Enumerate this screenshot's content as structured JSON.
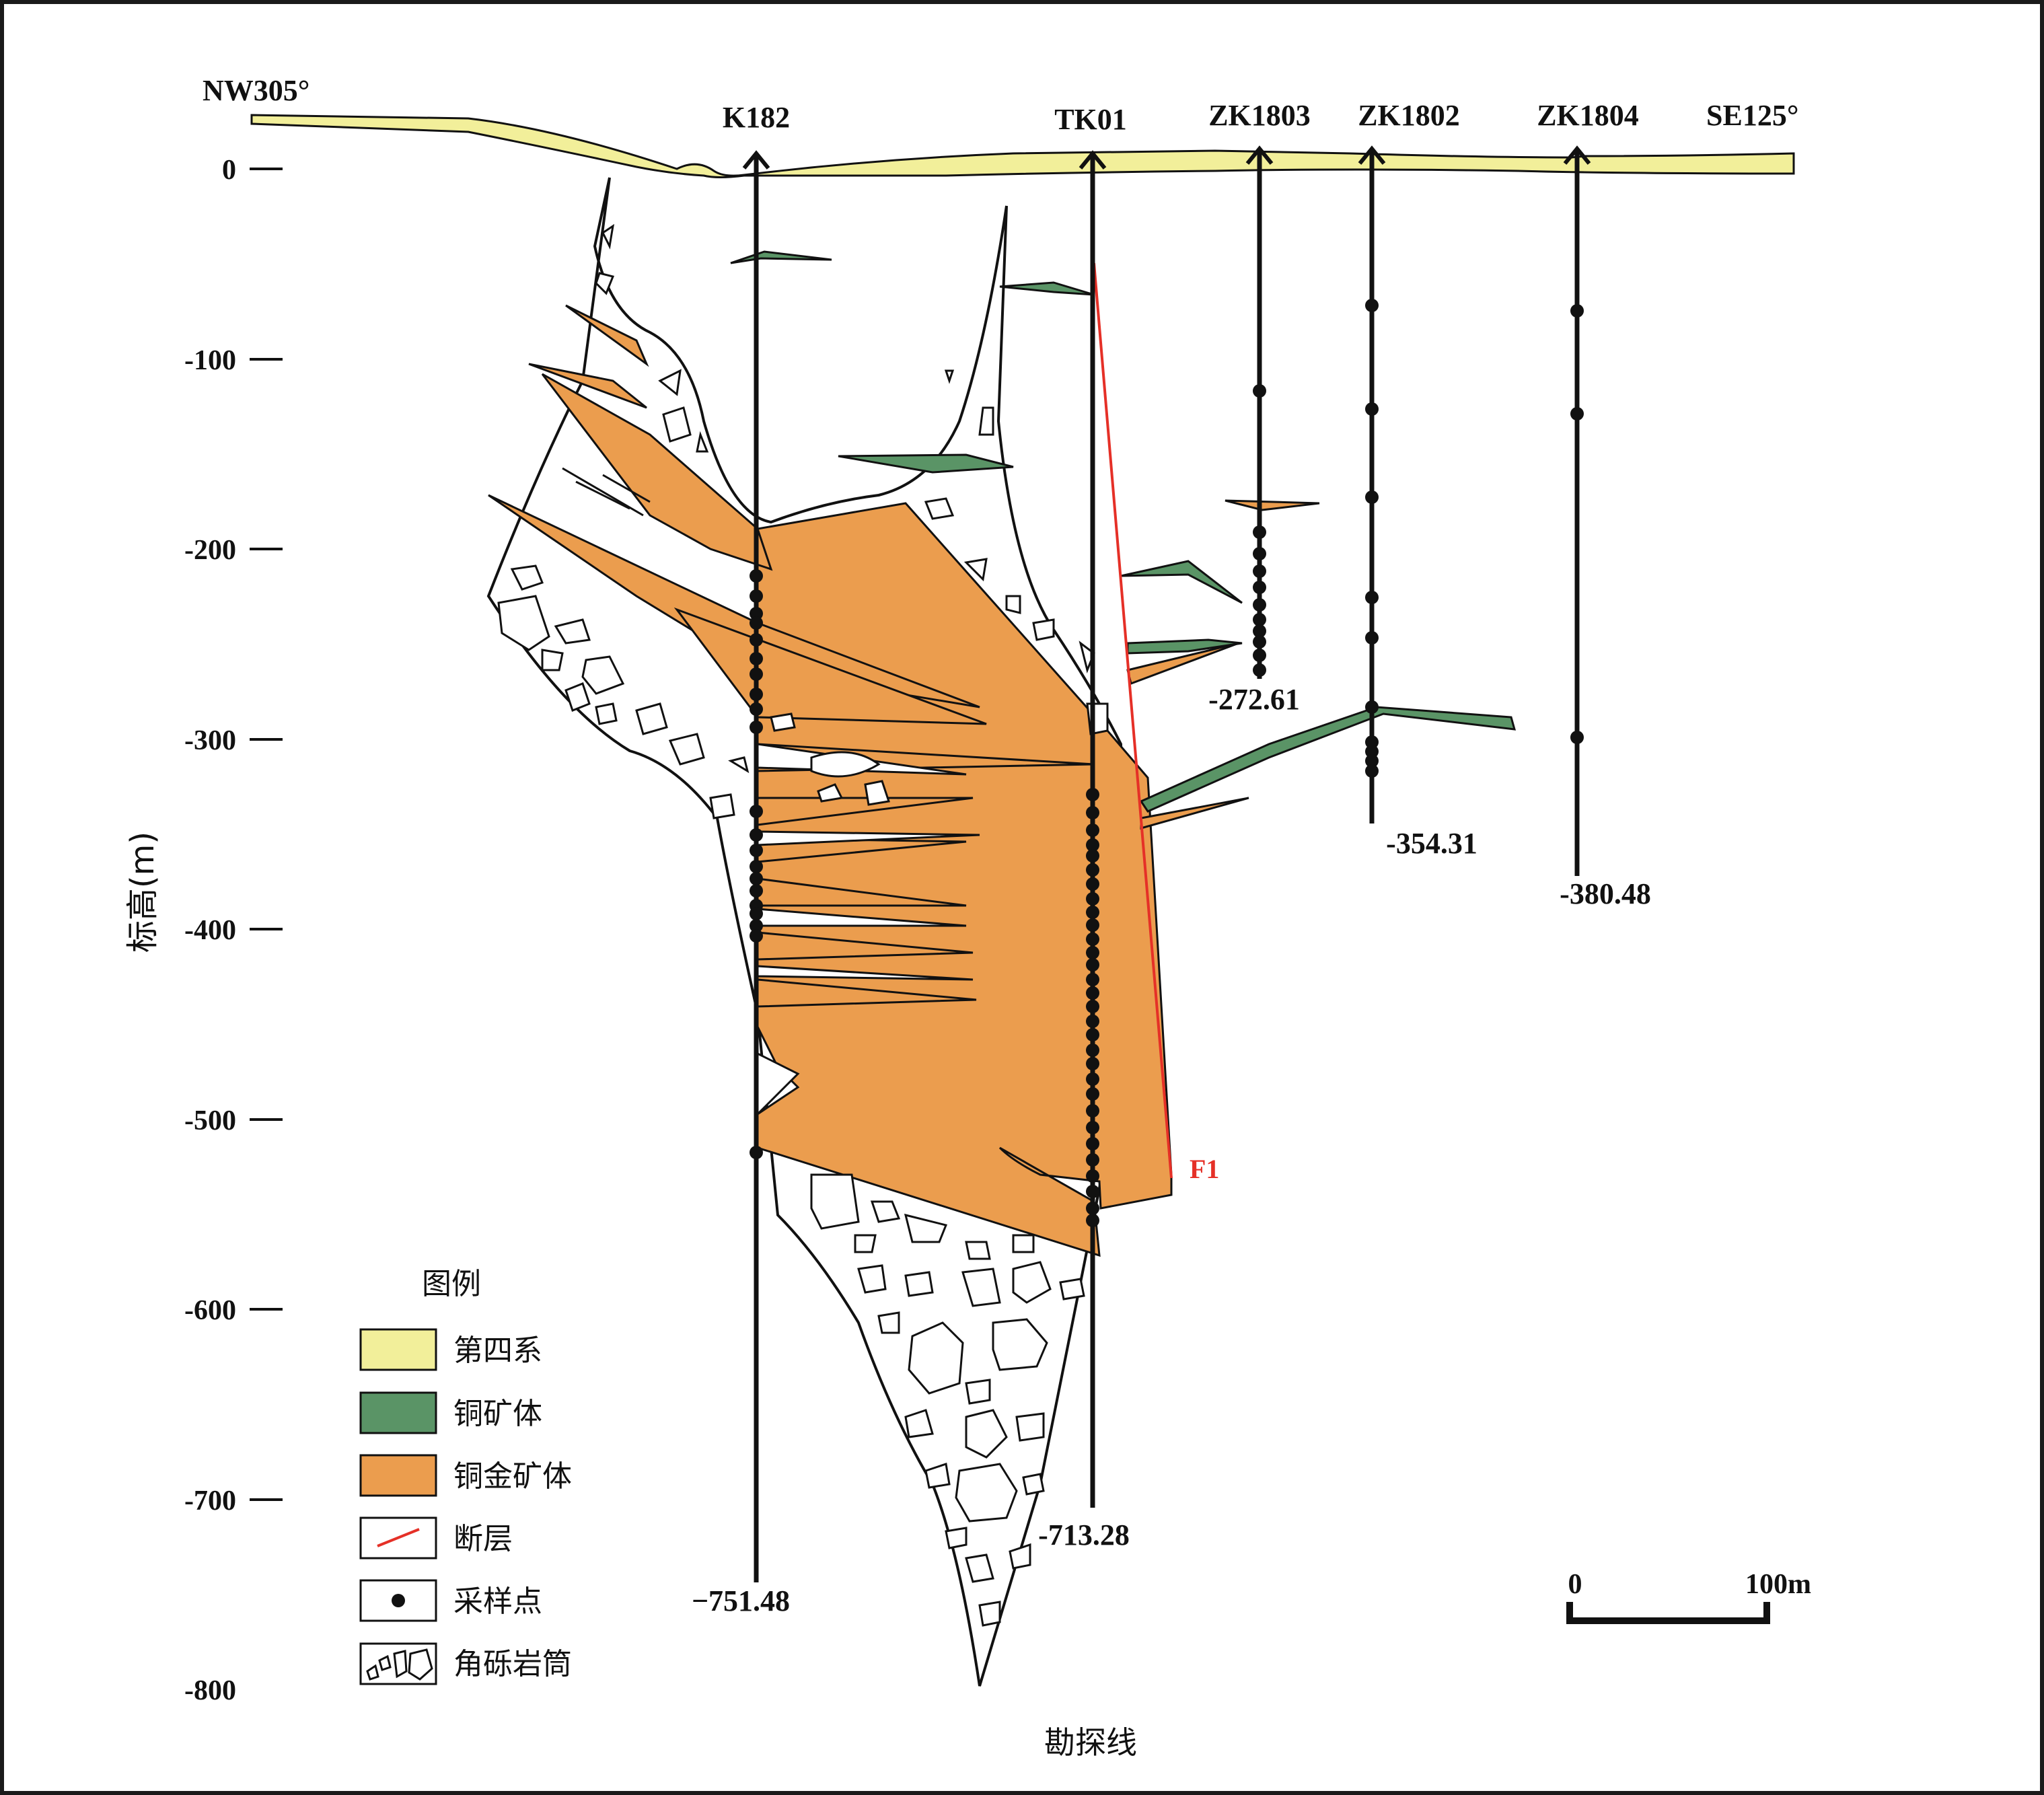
{
  "orientation": {
    "left": "NW305°",
    "right": "SE125°"
  },
  "y_axis": {
    "title": "标高(m)",
    "ticks": [
      "0",
      "-100",
      "-200",
      "-300",
      "-400",
      "-500",
      "-600",
      "-700",
      "-800"
    ]
  },
  "x_axis": {
    "title": "勘探线"
  },
  "boreholes": [
    {
      "name": "K182",
      "bottom": "−751.48"
    },
    {
      "name": "TK01",
      "bottom": "-713.28"
    },
    {
      "name": "ZK1803",
      "bottom": "-272.61"
    },
    {
      "name": "ZK1802",
      "bottom": "-354.31"
    },
    {
      "name": "ZK1804",
      "bottom": "-380.48"
    }
  ],
  "fault_label": "F1",
  "legend": {
    "title": "图例",
    "items": [
      {
        "key": "quaternary",
        "label": "第四系",
        "color": "#F2EF9A"
      },
      {
        "key": "copper",
        "label": "铜矿体",
        "color": "#5A9466"
      },
      {
        "key": "copper-gold",
        "label": "铜金矿体",
        "color": "#EB9D4E"
      },
      {
        "key": "fault",
        "label": "断层",
        "color": "#E53027"
      },
      {
        "key": "sample",
        "label": "采样点",
        "color": "#111111"
      },
      {
        "key": "breccia",
        "label": "角砾岩筒",
        "color": "#111111"
      }
    ]
  },
  "scale_bar": {
    "start": "0",
    "end": "100m"
  },
  "colors": {
    "quaternary": "#F2EF9A",
    "copper": "#5A9466",
    "copper_gold": "#EB9D4E",
    "fault": "#E53027",
    "ink": "#111111"
  }
}
